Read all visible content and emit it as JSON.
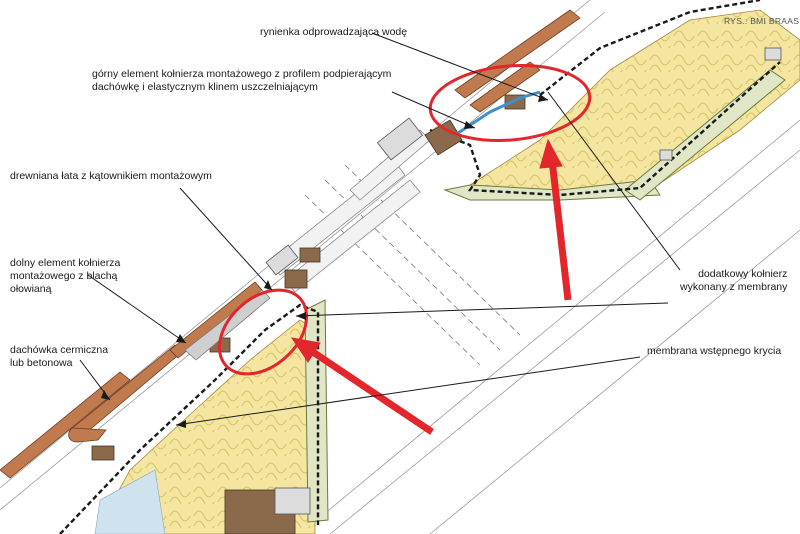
{
  "credit": "RYS.: BMI BRAAS",
  "labels": {
    "gutter": "rynienka odprowadzająca wodę",
    "upper_flashing": "górny element kołnierza montażowego z profilem podpierającym\ndachówkę i elastycznym klinem uszczelniającym",
    "batten": "drewniana łata z kątownikiem montażowym",
    "lower_flashing": "dolny element kołnierza\nmontażowego z blachą\nołowianą",
    "tile": "dachówka cermiczna\nlub betonowa",
    "extra_collar": "dodatkowy kołnierz\nwykonany z membrany",
    "underlay": "membrana wstępnego krycia"
  },
  "colors": {
    "insulation": "#f4e6a0",
    "insulation_coil": "#d9c56b",
    "tile": "#c07a4e",
    "wood": "#8a6a4a",
    "frame": "#e0e6c6",
    "highlight": "#e3262b",
    "membrane": "#1a1a1a",
    "gutter": "#3f8fd0"
  },
  "icons": {
    "arrow": "red-arrow-icon",
    "circle": "red-ellipse-icon"
  }
}
